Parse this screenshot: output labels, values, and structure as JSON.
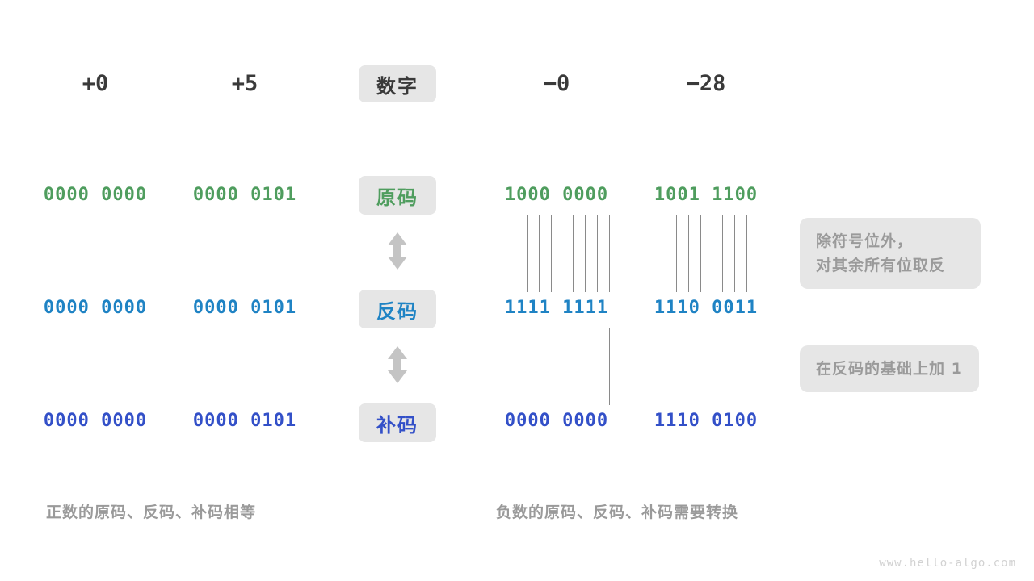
{
  "page": {
    "watermark": "www.hello-algo.com",
    "accent_green": "#4f9d5e",
    "accent_blue": "#1f83c4",
    "accent_indigo": "#3350c8",
    "badge_bg": "#e6e6e6",
    "muted_text": "#9a9a9a",
    "line_color": "#8a8a8a"
  },
  "header": {
    "row_label": "数字",
    "columns": [
      "+0",
      "+5",
      "−0",
      "−28"
    ]
  },
  "rows": [
    {
      "label": "原码",
      "color_key": "green",
      "values": [
        "0000 0000",
        "0000 0101",
        "1000 0000",
        "1001 1100"
      ]
    },
    {
      "label": "反码",
      "color_key": "blue",
      "values": [
        "0000 0000",
        "0000 0101",
        "1111 1111",
        "1110 0011"
      ]
    },
    {
      "label": "补码",
      "color_key": "indigo",
      "values": [
        "0000 0000",
        "0000 0101",
        "0000 0000",
        "1110 0100"
      ]
    }
  ],
  "notes": [
    {
      "id": "invert-note",
      "lines": [
        "除符号位外，",
        "对其余所有位取反"
      ]
    },
    {
      "id": "plus-one-note",
      "lines": [
        "在反码的基础上加  1"
      ]
    }
  ],
  "captions": {
    "left": "正数的原码、反码、补码相等",
    "right": "负数的原码、反码、补码需要转换"
  },
  "arrows": {
    "icon": "double-headed-vertical-arrow",
    "color": "#c4c4c4",
    "count": 2
  }
}
